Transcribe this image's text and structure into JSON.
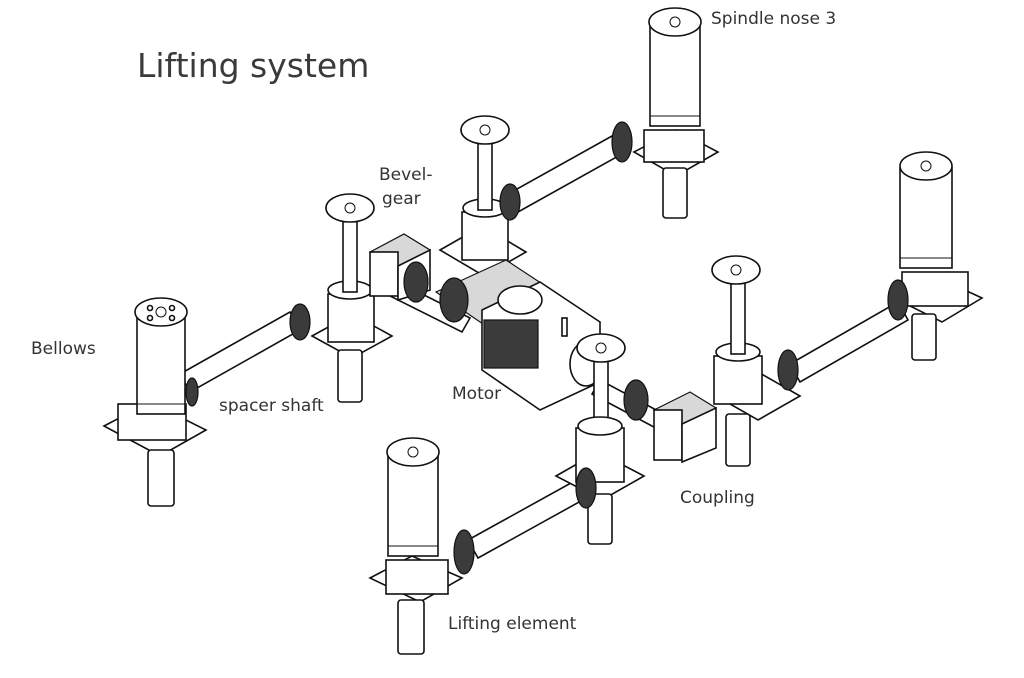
{
  "title": "Lifting system",
  "labels": {
    "spindle_nose": "Spindle nose 3",
    "bevel_gear_line1": "Bevel-",
    "bevel_gear_line2": "gear",
    "bellows": "Bellows",
    "spacer_shaft": "spacer shaft",
    "motor": "Motor",
    "coupling": "Coupling",
    "lifting_element": "Lifting element"
  }
}
